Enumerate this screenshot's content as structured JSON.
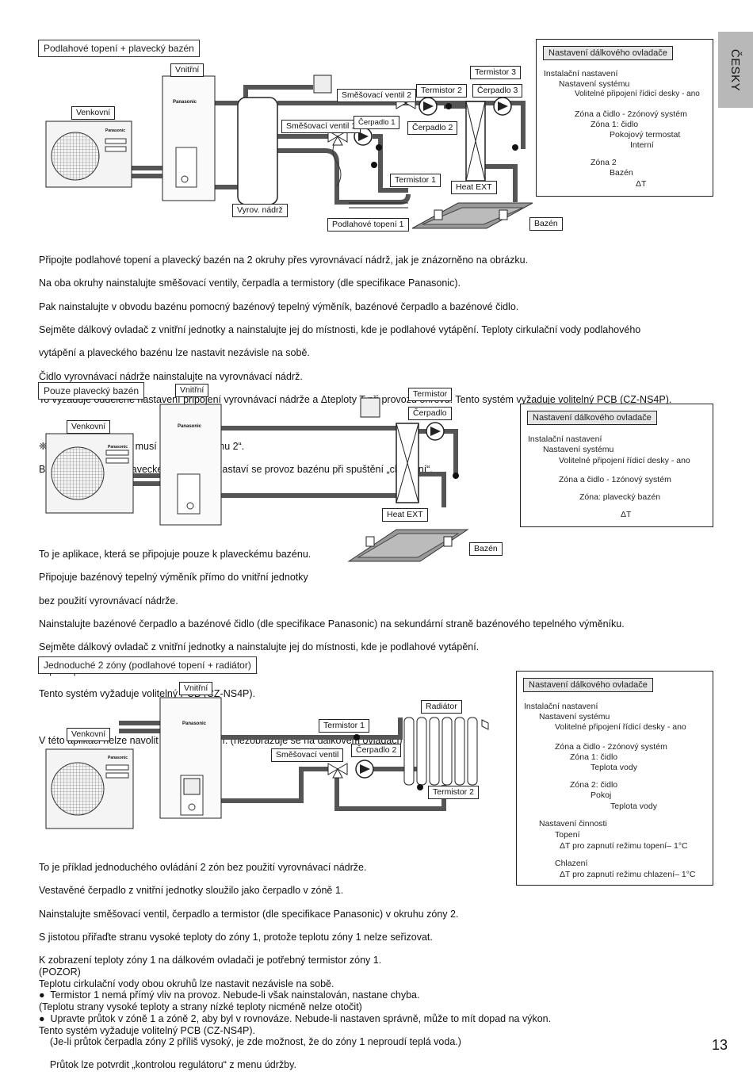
{
  "page": {
    "language_tab": "ČESKY",
    "page_number": "13"
  },
  "section1": {
    "title": "Podlahové topení + plavecký bazén",
    "labels": {
      "indoor": "Vnitřní",
      "outdoor": "Venkovní",
      "tank": "Vyrov. nádrž",
      "mixing_valve_2": "Směšovací ventil 2",
      "mixing_valve_1": "Směšovací ventil 1",
      "pump_1": "Čerpadlo 1",
      "pump_2": "Čerpadlo 2",
      "pump_3": "Čerpadlo 3",
      "thermistor_1": "Termistor 1",
      "thermistor_2": "Termistor 2",
      "thermistor_3": "Termistor 3",
      "heat_ext": "Heat EXT",
      "floor_heating_1": "Podlahové topení 1",
      "pool": "Bazén",
      "brand_indoor": "Panasonic",
      "brand_outdoor": "Panasonic"
    },
    "settings": {
      "header": "Nastavení dálkového ovladače",
      "lines": [
        "Instalační nastavení",
        "Nastavení systému",
        "Volitelné připojení řídicí desky - ano",
        "Zóna a čidlo - 2zónový systém",
        "Zóna 1: čidlo",
        "Pokojový termostat",
        "Interní",
        "Zóna 2",
        "Bazén",
        "ΔT"
      ]
    },
    "text": [
      "Připojte podlahové topení a plavecký bazén na 2 okruhy přes vyrovnávací nádrž, jak je znázorněno na obrázku.",
      "Na oba okruhy nainstalujte směšovací ventily, čerpadla a termistory (dle specifikace Panasonic).",
      "Pak nainstalujte v obvodu bazénu pomocný bazénový tepelný výměník, bazénové čerpadlo a bazénové čidlo.",
      "Sejměte dálkový ovladač z vnitřní jednotky a nainstalujte jej do místnosti, kde je podlahové vytápění. Teploty cirkulační vody podlahového",
      "vytápění a plaveckého bazénu lze nastavit nezávisle na sobě.",
      "Čidlo vyrovnávací nádrže nainstalujte na vyrovnávací nádrž.",
      "To vyžaduje oddělené nastavení připojení vyrovnávací nádrže a Δteploty T při provozu ohřevu. Tento systém vyžaduje volitelný PCB (CZ-NS4P).",
      "",
      "❈ Plavecký bazén se musí připojit na „zónu 2“.",
      "Bude-li připojeno k plaveckému bazénu, zastaví se provoz bazénu při spuštění „chlazení“."
    ]
  },
  "section2": {
    "title": "Pouze plavecký bazén",
    "labels": {
      "indoor": "Vnitřní",
      "outdoor": "Venkovní",
      "thermistor": "Termistor",
      "pump": "Čerpadlo",
      "heat_ext": "Heat EXT",
      "pool": "Bazén",
      "brand_indoor": "Panasonic",
      "brand_outdoor": "Panasonic"
    },
    "settings": {
      "header": "Nastavení dálkového ovladače",
      "lines": [
        "Instalační nastavení",
        "Nastavení systému",
        "Volitelné připojení řídicí desky - ano",
        "Zóna a čidlo - 1zónový systém",
        "Zóna: plavecký bazén",
        "ΔT"
      ]
    },
    "text": [
      "To je aplikace, která se připojuje pouze k plaveckému bazénu.",
      "Připojuje bazénový tepelný výměník přímo do vnitřní jednotky",
      "bez použití vyrovnávací nádrže.",
      "Nainstalujte bazénové čerpadlo a bazénové čidlo (dle specifikace Panasonic) na sekundární straně bazénového tepelného výměníku.",
      "Sejměte dálkový ovladač z vnitřní jednotky a nainstalujte jej do místnosti, kde je podlahové vytápění.",
      "Teplotu plaveckého bazénu lze nastavit nezávisle.",
      "Tento systém vyžaduje volitelný PCB (CZ-NS4P).",
      "",
      "V této aplikaci nelze navolit režim chlazení. (nezobrazuje se na dálkovém ovladači)"
    ]
  },
  "section3": {
    "title": "Jednoduché 2 zóny (podlahové topení + radiátor)",
    "labels": {
      "indoor": "Vnitřní",
      "outdoor": "Venkovní",
      "thermistor_1": "Termistor 1",
      "thermistor_2": "Termistor 2",
      "mixing_valve": "Směšovací ventil",
      "pump_2": "Čerpadlo 2",
      "radiator": "Radiátor",
      "brand_indoor": "Panasonic",
      "brand_outdoor": "Panasonic"
    },
    "settings": {
      "header": "Nastavení dálkového ovladače",
      "lines": [
        "Instalační nastavení",
        "Nastavení systému",
        "Volitelné připojení řídicí desky - ano",
        "Zóna a čidlo - 2zónový systém",
        "Zóna 1: čidlo",
        "Teplota vody",
        "Zóna 2: čidlo",
        "Pokoj",
        "Teplota vody",
        "Nastavení činnosti",
        "Topení",
        "ΔT pro zapnutí režimu topení– 1°C",
        "Chlazení",
        "ΔT pro zapnutí režimu chlazení– 1°C"
      ]
    },
    "text": [
      "To je příklad jednoduchého ovládání 2 zón bez použití vyrovnávací nádrže.",
      "Vestavěné čerpadlo z vnitřní jednotky sloužilo jako čerpadlo v zóně 1.",
      "Nainstalujte směšovací ventil, čerpadlo a termistor (dle specifikace Panasonic) v okruhu zóny 2.",
      "S jistotou přiřaďte stranu vysoké teploty do zóny 1, protože teplotu zóny 1 nelze seřizovat.",
      "K zobrazení teploty zóny 1 na dálkovém ovladači je potřebný termistor zóny 1.",
      "Teplotu cirkulační vody obou okruhů lze nastavit nezávisle na sobě.",
      "(Teplotu strany vysoké teploty a strany nízké teploty nicméně nelze otočit)",
      "Tento systém vyžaduje volitelný PCB (CZ-NS4P)."
    ],
    "caution": [
      "(POZOR)",
      "●  Termistor 1 nemá přímý vliv na provoz. Nebude-li však nainstalován, nastane chyba.",
      "●  Upravte průtok v zóně 1 a zóně 2, aby byl v rovnováze. Nebude-li nastaven správně, může to mít dopad na výkon.",
      "    (Je-li průtok čerpadla zóny 2 příliš vysoký, je zde možnost, že do zóny 1 neproudí teplá voda.)",
      "    Průtok lze potvrdit „kontrolou regulátoru“ z menu údržby."
    ]
  }
}
